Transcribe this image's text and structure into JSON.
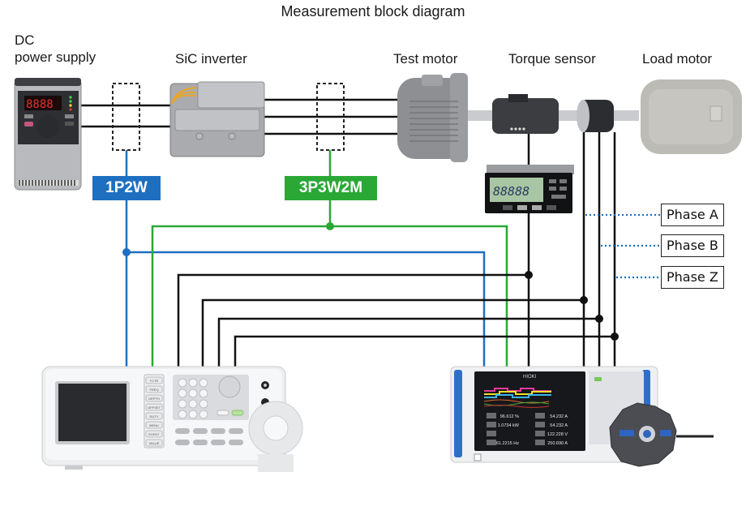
{
  "title": "Measurement block diagram",
  "components": {
    "dc_power_supply": {
      "label_line1": "DC",
      "label_line2": "power supply",
      "display": "8888"
    },
    "sic_inverter": {
      "label": "SiC inverter"
    },
    "test_motor": {
      "label": "Test motor"
    },
    "torque_sensor": {
      "label": "Torque sensor",
      "meter_display": "88888"
    },
    "load_motor": {
      "label": "Load motor"
    }
  },
  "wiring_badges": {
    "dc_side": {
      "label": "1P2W",
      "color": "#1e6fc0"
    },
    "ac_side": {
      "label": "3P3W2M",
      "color": "#2aa836"
    }
  },
  "encoder_phases": [
    "Phase A",
    "Phase B",
    "Phase Z"
  ],
  "colors": {
    "dc_wire": "#1e6fc0",
    "ac_wire": "#2aa836",
    "signal_wire": "#111111",
    "phase_dotted": "#1e6fc0"
  },
  "power_analyzer_screen": {
    "brand": "HIOKI",
    "readings_left": [
      "96.612  %",
      "1.0734 kW",
      "",
      "61.2215  Hz"
    ],
    "readings_right": [
      "54.232  A",
      "54.232  A",
      "122.228  V",
      "250.690  A"
    ]
  },
  "source_panel": {
    "side_buttons": [
      "TCTR",
      "FREQ",
      "DEPTH",
      "OFFSET",
      "DUTY",
      "MENU",
      "EVENT",
      "VALUE"
    ]
  }
}
